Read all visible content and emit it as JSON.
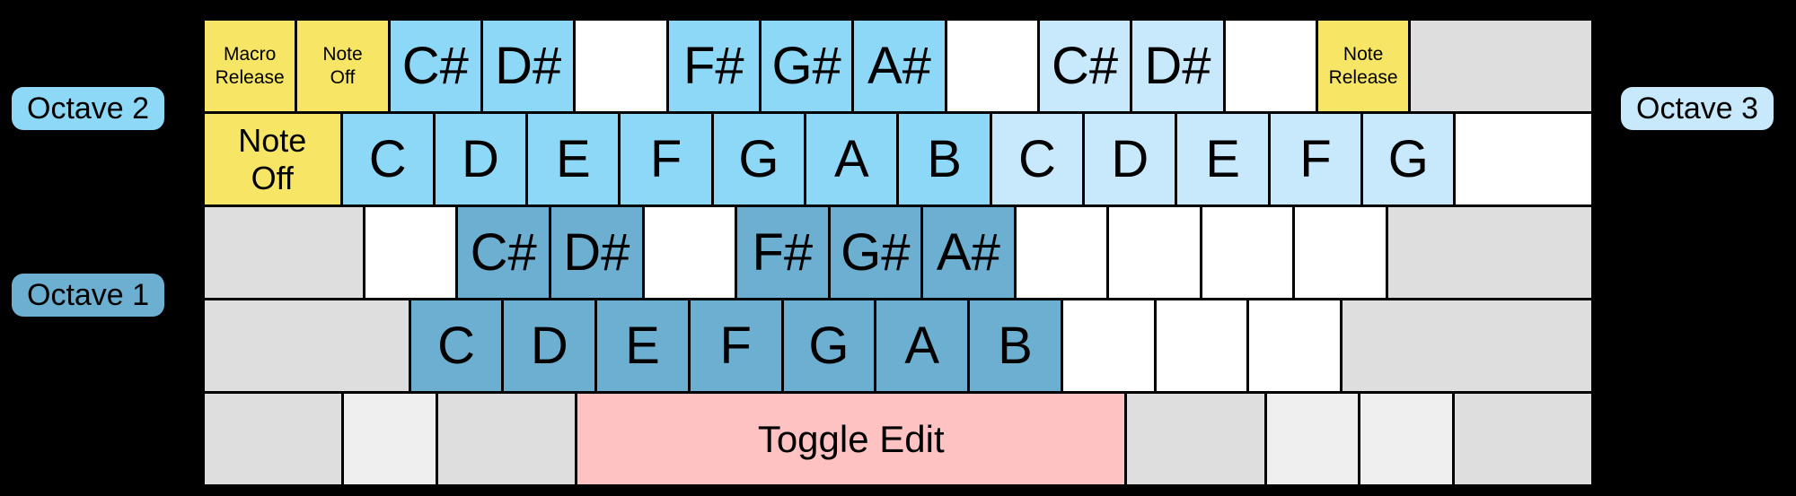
{
  "colors": {
    "yellow": "#F7E566",
    "octave2": "#8ED8F7",
    "octave3": "#C8E9FB",
    "octave1": "#6CAFD1",
    "pink": "#FFC2C2",
    "gray": "#DEDEDE",
    "grayLight": "#EFEFEF",
    "white": "#FFFFFF",
    "background": "#000000"
  },
  "octave_labels": {
    "octave1": "Octave 1",
    "octave2": "Octave 2",
    "octave3": "Octave 3"
  },
  "keyboard": {
    "rows": [
      {
        "keys": [
          {
            "label": "Macro\nRelease",
            "color": "yellow",
            "units": 1,
            "size": "small",
            "name": "key-backtick-macro-release"
          },
          {
            "label": "Note\nOff",
            "color": "yellow",
            "units": 1,
            "size": "small",
            "name": "key-1-note-off"
          },
          {
            "label": "C#",
            "color": "octave2",
            "units": 1,
            "size": "note",
            "name": "key-2-csharp-octave2"
          },
          {
            "label": "D#",
            "color": "octave2",
            "units": 1,
            "size": "note",
            "name": "key-3-dsharp-octave2"
          },
          {
            "label": "",
            "color": "white",
            "units": 1,
            "size": "note",
            "name": "key-4-unmapped"
          },
          {
            "label": "F#",
            "color": "octave2",
            "units": 1,
            "size": "note",
            "name": "key-5-fsharp-octave2"
          },
          {
            "label": "G#",
            "color": "octave2",
            "units": 1,
            "size": "note",
            "name": "key-6-gsharp-octave2"
          },
          {
            "label": "A#",
            "color": "octave2",
            "units": 1,
            "size": "note",
            "name": "key-7-asharp-octave2"
          },
          {
            "label": "",
            "color": "white",
            "units": 1,
            "size": "note",
            "name": "key-8-unmapped"
          },
          {
            "label": "C#",
            "color": "octave3",
            "units": 1,
            "size": "note",
            "name": "key-9-csharp-octave3"
          },
          {
            "label": "D#",
            "color": "octave3",
            "units": 1,
            "size": "note",
            "name": "key-0-dsharp-octave3"
          },
          {
            "label": "",
            "color": "white",
            "units": 1,
            "size": "note",
            "name": "key-minus-unmapped"
          },
          {
            "label": "Note\nRelease",
            "color": "yellow",
            "units": 1,
            "size": "small",
            "name": "key-equals-note-release"
          },
          {
            "label": "",
            "color": "gray",
            "units": 2,
            "size": "note",
            "name": "key-backspace"
          }
        ]
      },
      {
        "keys": [
          {
            "label": "Note\nOff",
            "color": "yellow",
            "units": 1.5,
            "size": "medium",
            "name": "key-tab-note-off"
          },
          {
            "label": "C",
            "color": "octave2",
            "units": 1,
            "size": "note",
            "name": "key-q-c-octave2"
          },
          {
            "label": "D",
            "color": "octave2",
            "units": 1,
            "size": "note",
            "name": "key-w-d-octave2"
          },
          {
            "label": "E",
            "color": "octave2",
            "units": 1,
            "size": "note",
            "name": "key-e-e-octave2"
          },
          {
            "label": "F",
            "color": "octave2",
            "units": 1,
            "size": "note",
            "name": "key-r-f-octave2"
          },
          {
            "label": "G",
            "color": "octave2",
            "units": 1,
            "size": "note",
            "name": "key-t-g-octave2"
          },
          {
            "label": "A",
            "color": "octave2",
            "units": 1,
            "size": "note",
            "name": "key-y-a-octave2"
          },
          {
            "label": "B",
            "color": "octave2",
            "units": 1,
            "size": "note",
            "name": "key-u-b-octave2"
          },
          {
            "label": "C",
            "color": "octave3",
            "units": 1,
            "size": "note",
            "name": "key-i-c-octave3"
          },
          {
            "label": "D",
            "color": "octave3",
            "units": 1,
            "size": "note",
            "name": "key-o-d-octave3"
          },
          {
            "label": "E",
            "color": "octave3",
            "units": 1,
            "size": "note",
            "name": "key-p-e-octave3"
          },
          {
            "label": "F",
            "color": "octave3",
            "units": 1,
            "size": "note",
            "name": "key-lbracket-f-octave3"
          },
          {
            "label": "G",
            "color": "octave3",
            "units": 1,
            "size": "note",
            "name": "key-rbracket-g-octave3"
          },
          {
            "label": "",
            "color": "white",
            "units": 1.5,
            "size": "note",
            "name": "key-backslash-unmapped"
          }
        ]
      },
      {
        "keys": [
          {
            "label": "",
            "color": "gray",
            "units": 1.75,
            "size": "note",
            "name": "key-capslock"
          },
          {
            "label": "",
            "color": "white",
            "units": 1,
            "size": "note",
            "name": "key-a-unmapped"
          },
          {
            "label": "C#",
            "color": "octave1",
            "units": 1,
            "size": "note",
            "name": "key-s-csharp-octave1"
          },
          {
            "label": "D#",
            "color": "octave1",
            "units": 1,
            "size": "note",
            "name": "key-d-dsharp-octave1"
          },
          {
            "label": "",
            "color": "white",
            "units": 1,
            "size": "note",
            "name": "key-f-unmapped"
          },
          {
            "label": "F#",
            "color": "octave1",
            "units": 1,
            "size": "note",
            "name": "key-g-fsharp-octave1"
          },
          {
            "label": "G#",
            "color": "octave1",
            "units": 1,
            "size": "note",
            "name": "key-h-gsharp-octave1"
          },
          {
            "label": "A#",
            "color": "octave1",
            "units": 1,
            "size": "note",
            "name": "key-j-asharp-octave1"
          },
          {
            "label": "",
            "color": "white",
            "units": 1,
            "size": "note",
            "name": "key-k-unmapped"
          },
          {
            "label": "",
            "color": "white",
            "units": 1,
            "size": "note",
            "name": "key-l-unmapped"
          },
          {
            "label": "",
            "color": "white",
            "units": 1,
            "size": "note",
            "name": "key-semicolon-unmapped"
          },
          {
            "label": "",
            "color": "white",
            "units": 1,
            "size": "note",
            "name": "key-quote-unmapped"
          },
          {
            "label": "",
            "color": "gray",
            "units": 2.25,
            "size": "note",
            "name": "key-enter"
          }
        ]
      },
      {
        "keys": [
          {
            "label": "",
            "color": "gray",
            "units": 2.25,
            "size": "note",
            "name": "key-left-shift"
          },
          {
            "label": "C",
            "color": "octave1",
            "units": 1,
            "size": "note",
            "name": "key-z-c-octave1"
          },
          {
            "label": "D",
            "color": "octave1",
            "units": 1,
            "size": "note",
            "name": "key-x-d-octave1"
          },
          {
            "label": "E",
            "color": "octave1",
            "units": 1,
            "size": "note",
            "name": "key-c-e-octave1"
          },
          {
            "label": "F",
            "color": "octave1",
            "units": 1,
            "size": "note",
            "name": "key-v-f-octave1"
          },
          {
            "label": "G",
            "color": "octave1",
            "units": 1,
            "size": "note",
            "name": "key-b-g-octave1"
          },
          {
            "label": "A",
            "color": "octave1",
            "units": 1,
            "size": "note",
            "name": "key-n-a-octave1"
          },
          {
            "label": "B",
            "color": "octave1",
            "units": 1,
            "size": "note",
            "name": "key-m-b-octave1"
          },
          {
            "label": "",
            "color": "white",
            "units": 1,
            "size": "note",
            "name": "key-comma-unmapped"
          },
          {
            "label": "",
            "color": "white",
            "units": 1,
            "size": "note",
            "name": "key-period-unmapped"
          },
          {
            "label": "",
            "color": "white",
            "units": 1,
            "size": "note",
            "name": "key-slash-unmapped"
          },
          {
            "label": "",
            "color": "gray",
            "units": 2.75,
            "size": "note",
            "name": "key-right-shift"
          }
        ]
      },
      {
        "keys": [
          {
            "label": "",
            "color": "gray",
            "units": 1.5,
            "size": "note",
            "name": "key-left-ctrl"
          },
          {
            "label": "",
            "color": "grayLight",
            "units": 1,
            "size": "note",
            "name": "key-left-win"
          },
          {
            "label": "",
            "color": "gray",
            "units": 1.5,
            "size": "note",
            "name": "key-left-alt"
          },
          {
            "label": "Toggle Edit",
            "color": "pink",
            "units": 6,
            "size": "space",
            "name": "key-space-toggle-edit"
          },
          {
            "label": "",
            "color": "gray",
            "units": 1.5,
            "size": "note",
            "name": "key-right-alt"
          },
          {
            "label": "",
            "color": "grayLight",
            "units": 1,
            "size": "note",
            "name": "key-right-win"
          },
          {
            "label": "",
            "color": "grayLight",
            "units": 1,
            "size": "note",
            "name": "key-menu"
          },
          {
            "label": "",
            "color": "gray",
            "units": 1.5,
            "size": "note",
            "name": "key-right-ctrl"
          }
        ]
      }
    ]
  }
}
